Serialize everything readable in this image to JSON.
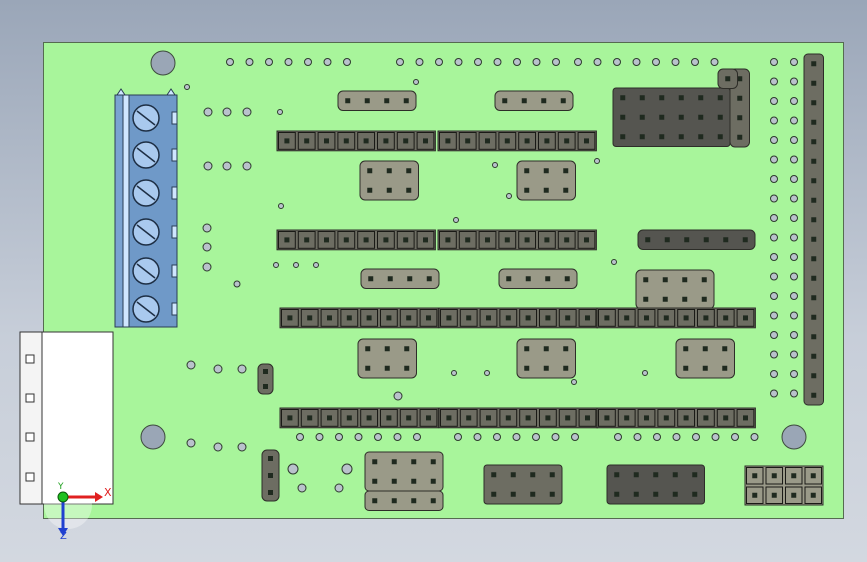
{
  "viewport": {
    "title": ""
  },
  "triad": {
    "x_label": "X",
    "y_label": "Y",
    "z_label": "Z"
  },
  "colors": {
    "board": "#a8f59b",
    "board_edge": "#556b50",
    "header_grey": "#9a9a88",
    "header_dark": "#555550",
    "pin": "#1f2a1f",
    "terminal_blue": "#6f99c8",
    "terminal_light": "#cfe6ff",
    "axis_x": "#e02020",
    "axis_y": "#20a020",
    "axis_z": "#2040d0"
  }
}
